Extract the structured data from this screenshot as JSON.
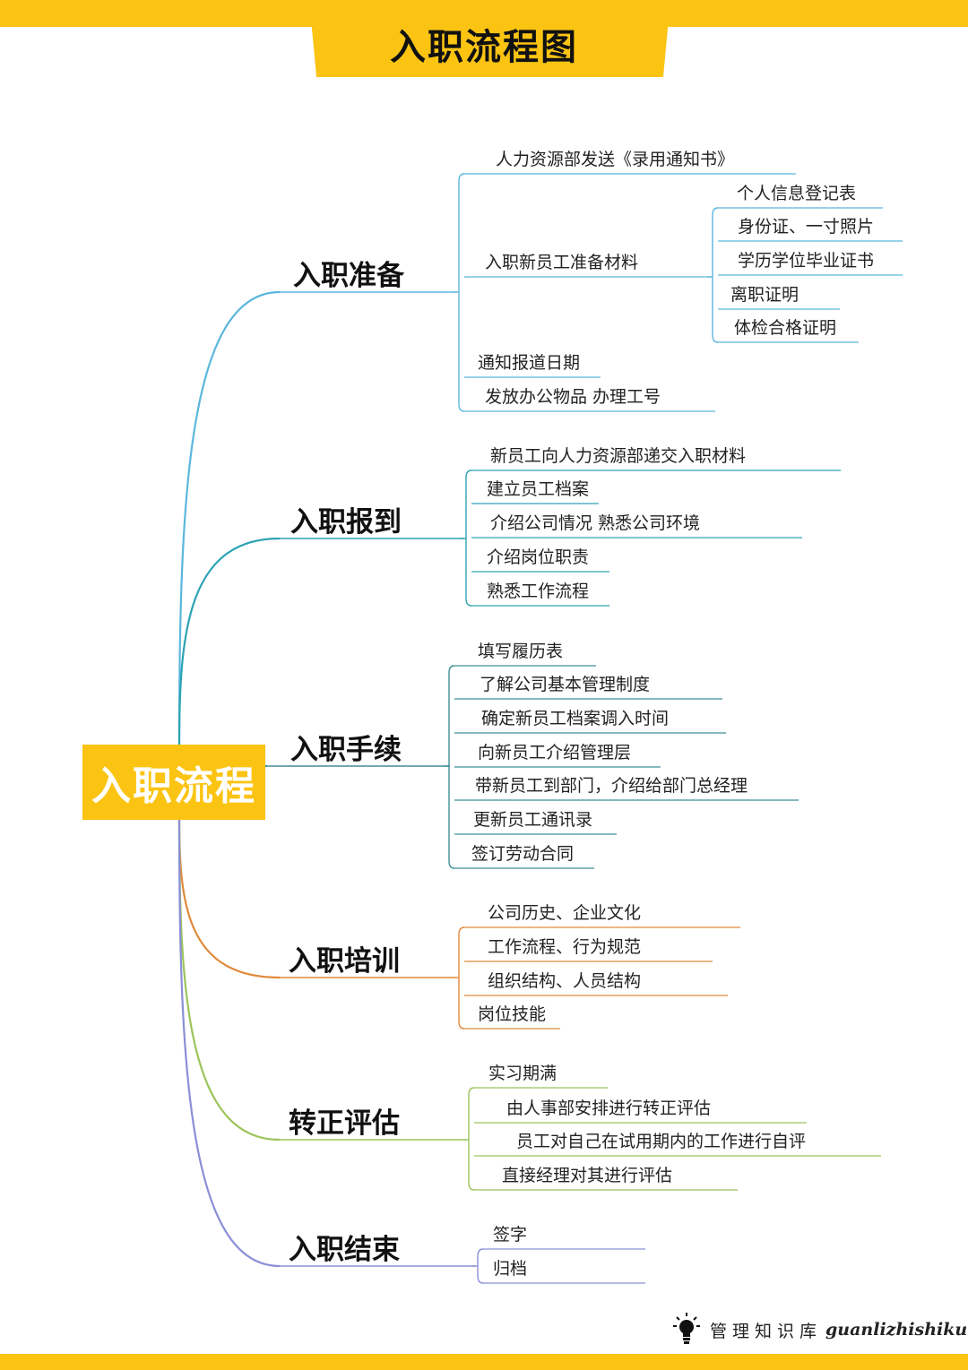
{
  "title": "入职流程图",
  "root": "入职流程",
  "branches": [
    {
      "label": "入职准备",
      "color": "#5bb7dd",
      "items": [
        {
          "label": "人力资源部发送《录用通知书》"
        },
        {
          "label": "入职新员工准备材料",
          "children": [
            "个人信息登记表",
            "身份证、一寸照片",
            "学历学位毕业证书",
            "离职证明",
            "体检合格证明"
          ]
        },
        {
          "label": "通知报道日期"
        },
        {
          "label": "发放办公物品  办理工号"
        }
      ]
    },
    {
      "label": "入职报到",
      "color": "#2ea3b4",
      "items": [
        {
          "label": "新员工向人力资源部递交入职材料"
        },
        {
          "label": "建立员工档案"
        },
        {
          "label": "介绍公司情况  熟悉公司环境"
        },
        {
          "label": "介绍岗位职责"
        },
        {
          "label": "熟悉工作流程"
        }
      ]
    },
    {
      "label": "入职手续",
      "color": "#3f8f97",
      "items": [
        {
          "label": "填写履历表"
        },
        {
          "label": "了解公司基本管理制度"
        },
        {
          "label": "确定新员工档案调入时间"
        },
        {
          "label": "向新员工介绍管理层"
        },
        {
          "label": "带新员工到部门，介绍给部门总经理"
        },
        {
          "label": "更新员工通讯录"
        },
        {
          "label": "签订劳动合同"
        }
      ]
    },
    {
      "label": "入职培训",
      "color": "#e08a3a",
      "items": [
        {
          "label": "公司历史、企业文化"
        },
        {
          "label": "工作流程、行为规范"
        },
        {
          "label": "组织结构、人员结构"
        },
        {
          "label": "岗位技能"
        }
      ]
    },
    {
      "label": "转正评估",
      "color": "#9cc45a",
      "items": [
        {
          "label": "实习期满"
        },
        {
          "label": "由人事部安排进行转正评估"
        },
        {
          "label": "员工对自己在试用期内的工作进行自评"
        },
        {
          "label": "直接经理对其进行评估"
        }
      ]
    },
    {
      "label": "入职结束",
      "color": "#8a8fd6",
      "items": [
        {
          "label": "签字"
        },
        {
          "label": "归档"
        }
      ]
    }
  ],
  "footer": {
    "brand_cn": "管理知识库",
    "brand_en": "guanlizhishiku",
    "icon": "lightbulb-icon"
  },
  "colors": {
    "accent": "#fbc413"
  }
}
